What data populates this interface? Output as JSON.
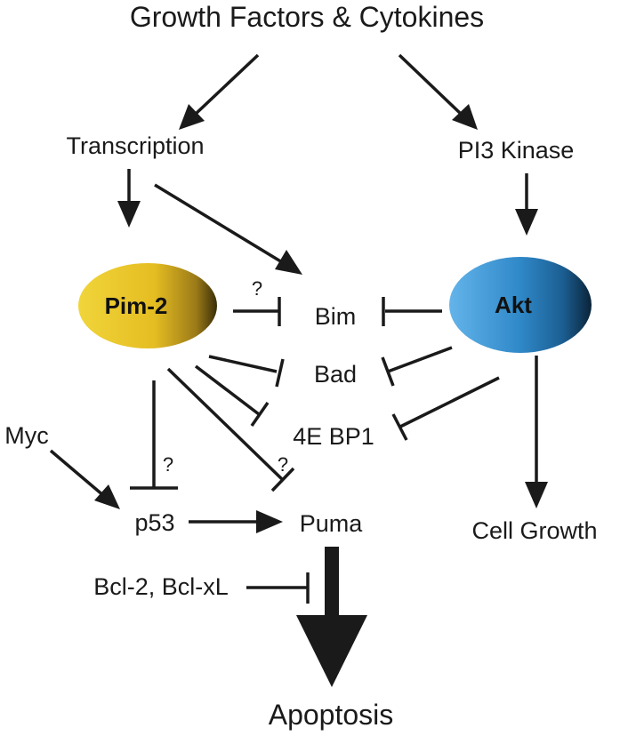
{
  "nodes": {
    "growth_factors": "Growth Factors & Cytokines",
    "transcription": "Transcription",
    "pi3_kinase": "PI3 Kinase",
    "pim2": "Pim-2",
    "akt": "Akt",
    "bim": "Bim",
    "bad": "Bad",
    "ebp1": "4E BP1",
    "myc": "Myc",
    "p53": "p53",
    "puma": "Puma",
    "cell_growth": "Cell Growth",
    "bcl": "Bcl-2, Bcl-xL",
    "apoptosis": "Apoptosis"
  },
  "annotations": {
    "q_pim_bim": "?",
    "q_pim_p53": "?",
    "q_pim_puma": "?"
  },
  "colors": {
    "pim2_light": "#f2d43a",
    "pim2_mid": "#e2b81e",
    "pim2_dark": "#3a2e08",
    "akt_light": "#5aaee6",
    "akt_mid": "#2f86c6",
    "akt_dark": "#0c2a44",
    "line": "#1a1a1a"
  }
}
